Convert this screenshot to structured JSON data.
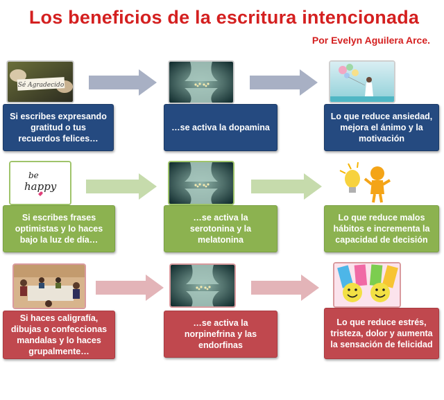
{
  "title": "Los beneficios de la escritura intencionada",
  "author": "Por Evelyn Aguilera Arce.",
  "colors": {
    "title": "#d42020",
    "row1": "#254a80",
    "row2": "#8cb250",
    "row3": "#c0484e"
  },
  "rows": [
    {
      "cause": "Si escribes expresando gratitud o tus recuerdos felices…",
      "effect": "…se activa la dopamina",
      "result": "Lo que reduce ansiedad, mejora el ánimo y la motivación",
      "thumb_text": "Sé Agradecido"
    },
    {
      "cause": "Si escribes  frases optimistas y lo haces bajo la luz de día…",
      "effect": "…se activa la serotonina y la melatonina",
      "result": "Lo que reduce malos hábitos e incrementa  la capacidad de decisión",
      "thumb_text_1": "be",
      "thumb_text_2": "happy"
    },
    {
      "cause": "Si haces caligrafía, dibujas o confeccionas mandalas y lo haces grupalmente…",
      "effect": "…se activa la norpinefrina y las endorfinas",
      "result": "Lo que reduce estrés, tristeza, dolor y aumenta la sensación de felicidad"
    }
  ]
}
